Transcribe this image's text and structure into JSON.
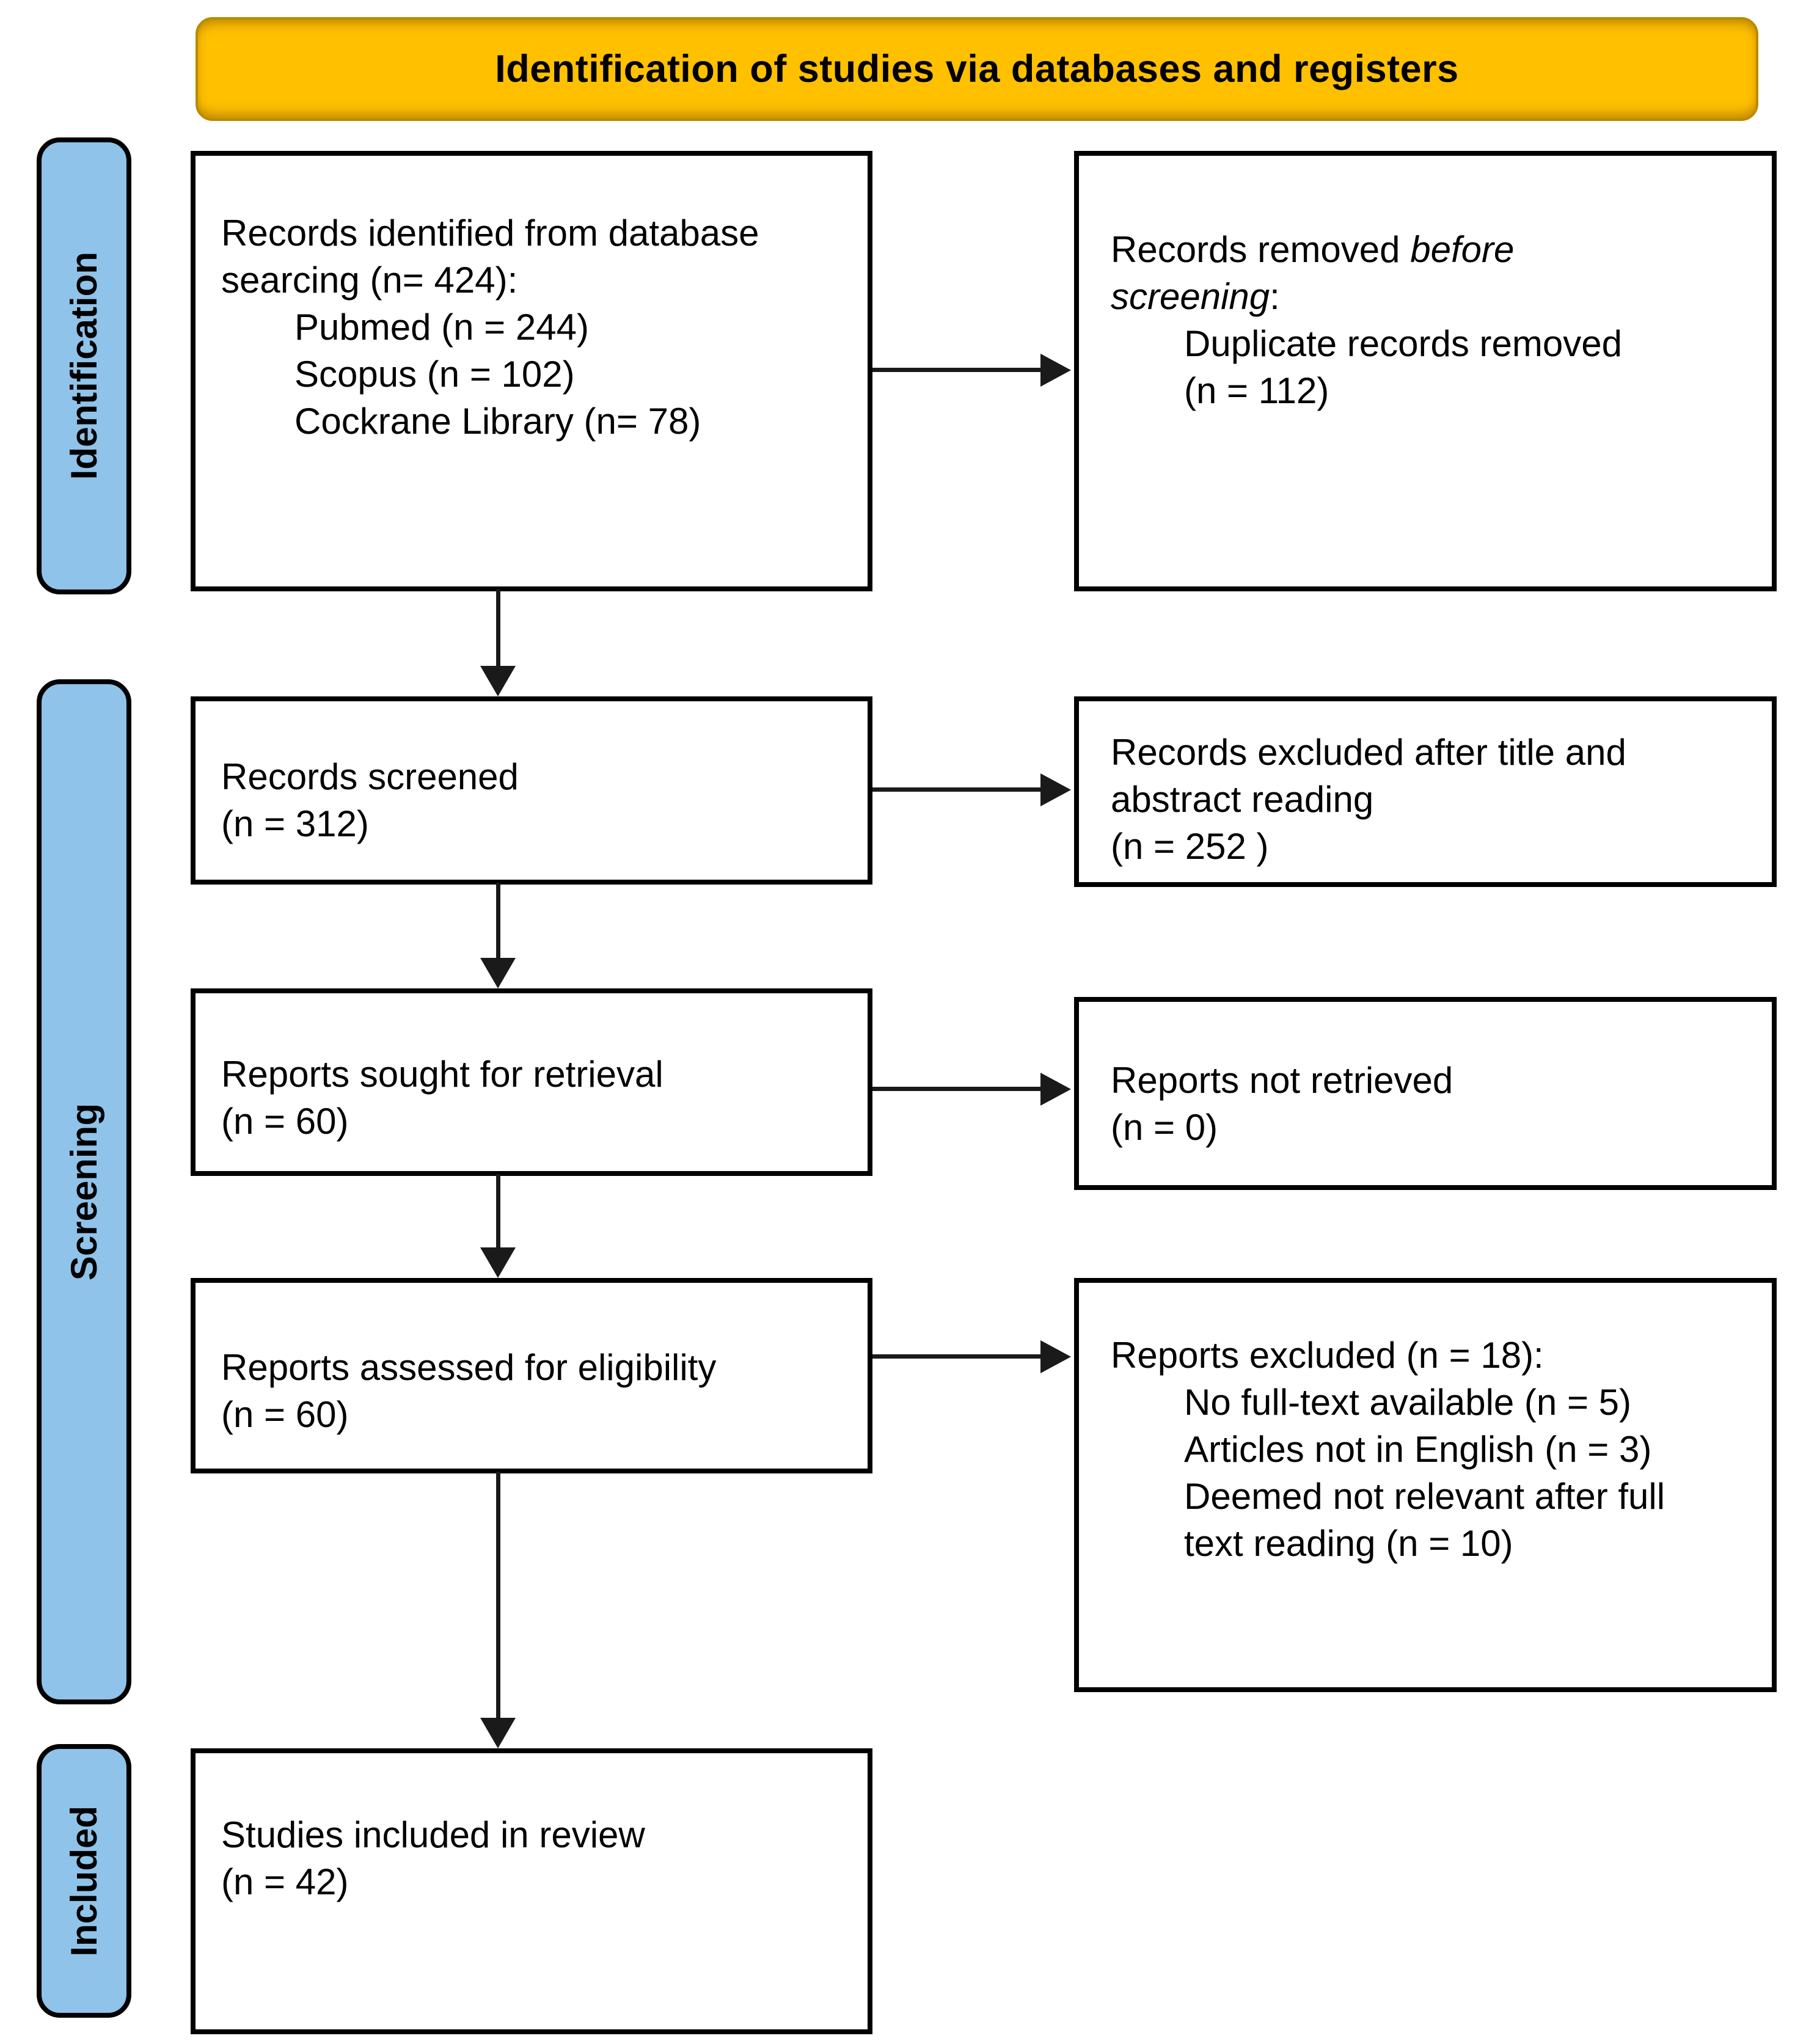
{
  "banner": {
    "title": "Identification of studies via databases and registers"
  },
  "sidebar": {
    "identification": "Identification",
    "screening": "Screening",
    "included": "Included"
  },
  "boxes": {
    "records_identified": {
      "line1": "Records identified from database",
      "line2": "searcing (n= 424):",
      "item1": "Pubmed (n = 244)",
      "item2": "Scopus (n = 102)",
      "item3": "Cockrane Library (n= 78)"
    },
    "records_removed": {
      "title_pre": "Records removed ",
      "title_italic1": "before",
      "title_italic2": "screening",
      "title_post": ":",
      "item1": "Duplicate records removed",
      "item2": "(n = 112)"
    },
    "records_screened": {
      "line1": "Records screened",
      "line2": "(n = 312)"
    },
    "records_excluded": {
      "line1": "Records excluded after title and",
      "line2": "abstract reading",
      "line3": "(n = 252 )"
    },
    "reports_sought": {
      "line1": "Reports sought for retrieval",
      "line2": "(n = 60)"
    },
    "reports_not_retrieved": {
      "line1": "Reports not retrieved",
      "line2": "(n = 0)"
    },
    "reports_assessed": {
      "line1": "Reports assessed for eligibility",
      "line2": "(n = 60)"
    },
    "reports_excluded": {
      "line1": "Reports excluded (n = 18):",
      "item1": "No full-text available (n = 5)",
      "item2": "Articles not in English (n = 3)",
      "item3": "Deemed not relevant after full",
      "item4": "text reading (n = 10)"
    },
    "studies_included": {
      "line1": "Studies included in review",
      "line2": "(n = 42)"
    }
  },
  "colors": {
    "banner_fill": "#FFC000",
    "banner_border": "#B98A00",
    "rail_fill": "#8FC3E9",
    "box_border": "#000000",
    "arrow_color": "#1A1A1A"
  }
}
